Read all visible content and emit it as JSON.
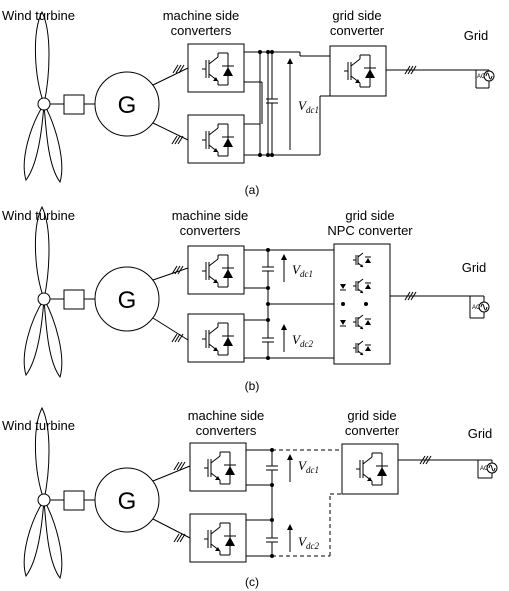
{
  "panels": [
    {
      "wind_turbine_label": "Wind turbine",
      "generator_label": "G",
      "machine_label_line1": "machine side",
      "machine_label_line2": "converters",
      "grid_conv_line1": "grid side",
      "grid_conv_line2": "converter",
      "grid_label": "Grid",
      "ac_label": "AC",
      "voltages": [
        {
          "base": "V",
          "sub": "dc1"
        }
      ],
      "caption": "(a)"
    },
    {
      "wind_turbine_label": "Wind turbine",
      "generator_label": "G",
      "machine_label_line1": "machine side",
      "machine_label_line2": "converters",
      "grid_conv_line1": "grid side",
      "grid_conv_line2": "NPC converter",
      "grid_label": "Grid",
      "ac_label": "AC",
      "voltages": [
        {
          "base": "V",
          "sub": "dc1"
        },
        {
          "base": "V",
          "sub": "dc2"
        }
      ],
      "caption": "(b)"
    },
    {
      "wind_turbine_label": "Wind turbine",
      "generator_label": "G",
      "machine_label_line1": "machine side",
      "machine_label_line2": "converters",
      "grid_conv_line1": "grid side",
      "grid_conv_line2": "converter",
      "grid_label": "Grid",
      "ac_label": "AC",
      "voltages": [
        {
          "base": "V",
          "sub": "dc1"
        },
        {
          "base": "V",
          "sub": "dc2"
        }
      ],
      "caption": "(c)"
    }
  ]
}
